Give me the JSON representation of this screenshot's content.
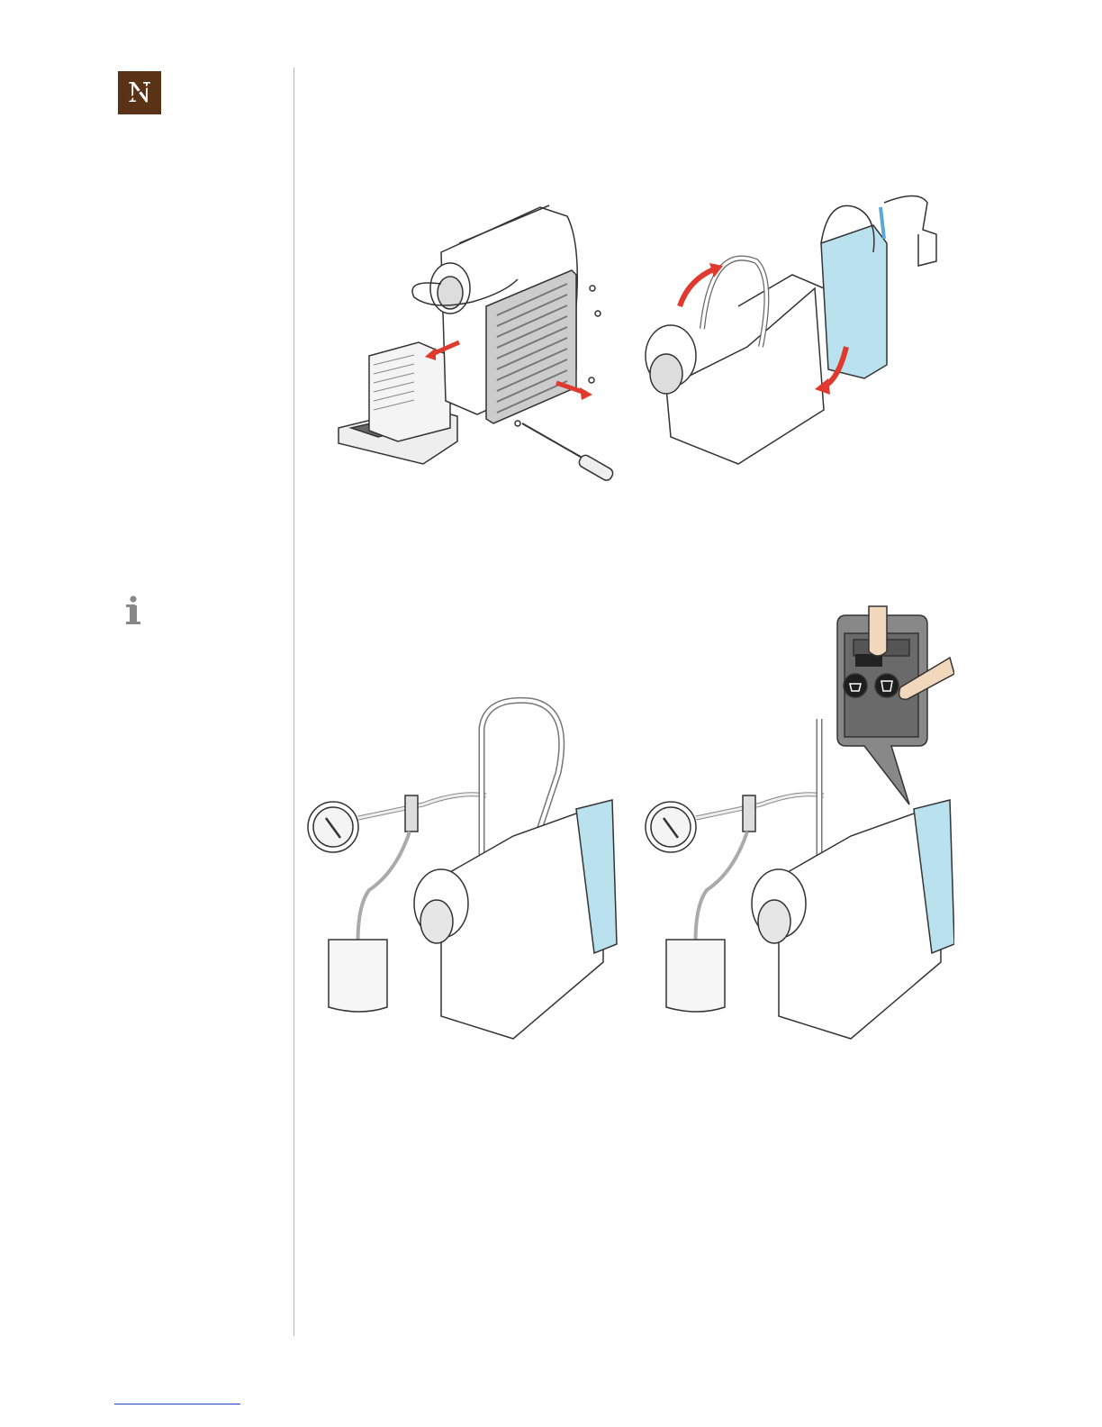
{
  "brand": {
    "logo_letter": "N",
    "logo_color": "#5a3216"
  },
  "side": {
    "info_icon": "info-icon"
  },
  "figures": [
    {
      "icon": "disassembly-illustration"
    },
    {
      "icon": "pressure-test-illustration"
    }
  ],
  "colors": {
    "arrow": "#e03a2f",
    "water": "#b9e2ee",
    "line": "#333333"
  }
}
